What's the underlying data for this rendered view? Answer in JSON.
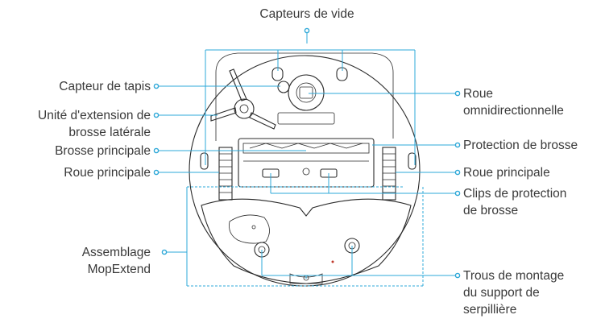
{
  "labels": {
    "vacuum_sensors": "Capteurs de vide",
    "carpet_sensor": "Capteur de tapis",
    "side_brush_ext_1": "Unité d'extension de",
    "side_brush_ext_2": "brosse latérale",
    "main_brush": "Brosse principale",
    "main_wheel_left": "Roue principale",
    "mop_assembly_1": "Assemblage",
    "mop_assembly_2": "MopExtend",
    "omni_wheel_1": "Roue",
    "omni_wheel_2": "omnidirectionnelle",
    "brush_guard": "Protection de brosse",
    "main_wheel_right": "Roue principale",
    "brush_guard_clips_1": "Clips de protection",
    "brush_guard_clips_2": "de brosse",
    "mop_holes_1": "Trous de montage",
    "mop_holes_2": "du support de",
    "mop_holes_3": "serpillière"
  },
  "colors": {
    "callout": "#2ea8d8",
    "line_art": "#2b2b2b",
    "text": "#3a3a3a"
  }
}
